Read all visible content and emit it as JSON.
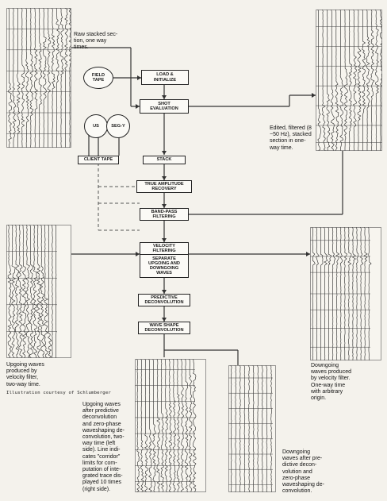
{
  "flowchart": {
    "field_tape": [
      "FIELD",
      "TAPE"
    ],
    "load_initialize": [
      "LOAD &",
      "INITIALIZE"
    ],
    "shot_evaluation": [
      "SHOT",
      "EVALUATION"
    ],
    "us": "US",
    "segy": "SEG-Y",
    "client_tape": "CLIENT TAPE",
    "stack": "STACK",
    "true_amplitude": [
      "TRUE AMPLITUDE",
      "RECOVERY"
    ],
    "bandpass": [
      "BAND-PASS",
      "FILTERING"
    ],
    "velocity_filtering": [
      "VELOCITY",
      "FILTERING"
    ],
    "separate": [
      "SEPARATE",
      "UPGOING AND",
      "DOWNGOING",
      "WAVES"
    ],
    "predictive": [
      "PREDICTIVE",
      "DECONVOLUTION"
    ],
    "wave_shape": [
      "WAVE SHAPE",
      "DECONVOLUTION"
    ]
  },
  "captions": {
    "raw": [
      "Raw stacked sec-",
      "tion, one way",
      "times."
    ],
    "edited": [
      "Edited, filtered (8",
      "−50 Hz), stacked",
      "section in one-",
      "way time."
    ],
    "upgoing": [
      "Upgoing waves",
      "produced by",
      "velocity filter,",
      "two-way time."
    ],
    "downgoing": [
      "Downgoing",
      "waves produced",
      "by velocity filter.",
      "One-way time",
      "with arbitrary",
      "origin."
    ],
    "upgoing_after": [
      "Upgoing waves",
      "after predictive",
      "deconvolution",
      "and zero-phase",
      "waveshaping de-",
      "convolution, two-",
      "way time (left",
      "side). Line indi-",
      "cates \"corridor\"",
      "limits for com-",
      "putation of inte-",
      "grated trace dis-",
      "played 10 times",
      "(right side)."
    ],
    "downgoing_after": [
      "Downgoing",
      "waves after pre-",
      "dictive decon-",
      "volution and",
      "zero-phase",
      "waveshaping de-",
      "convolution."
    ]
  },
  "credit": "Illustration courtesy of Schlumberger"
}
